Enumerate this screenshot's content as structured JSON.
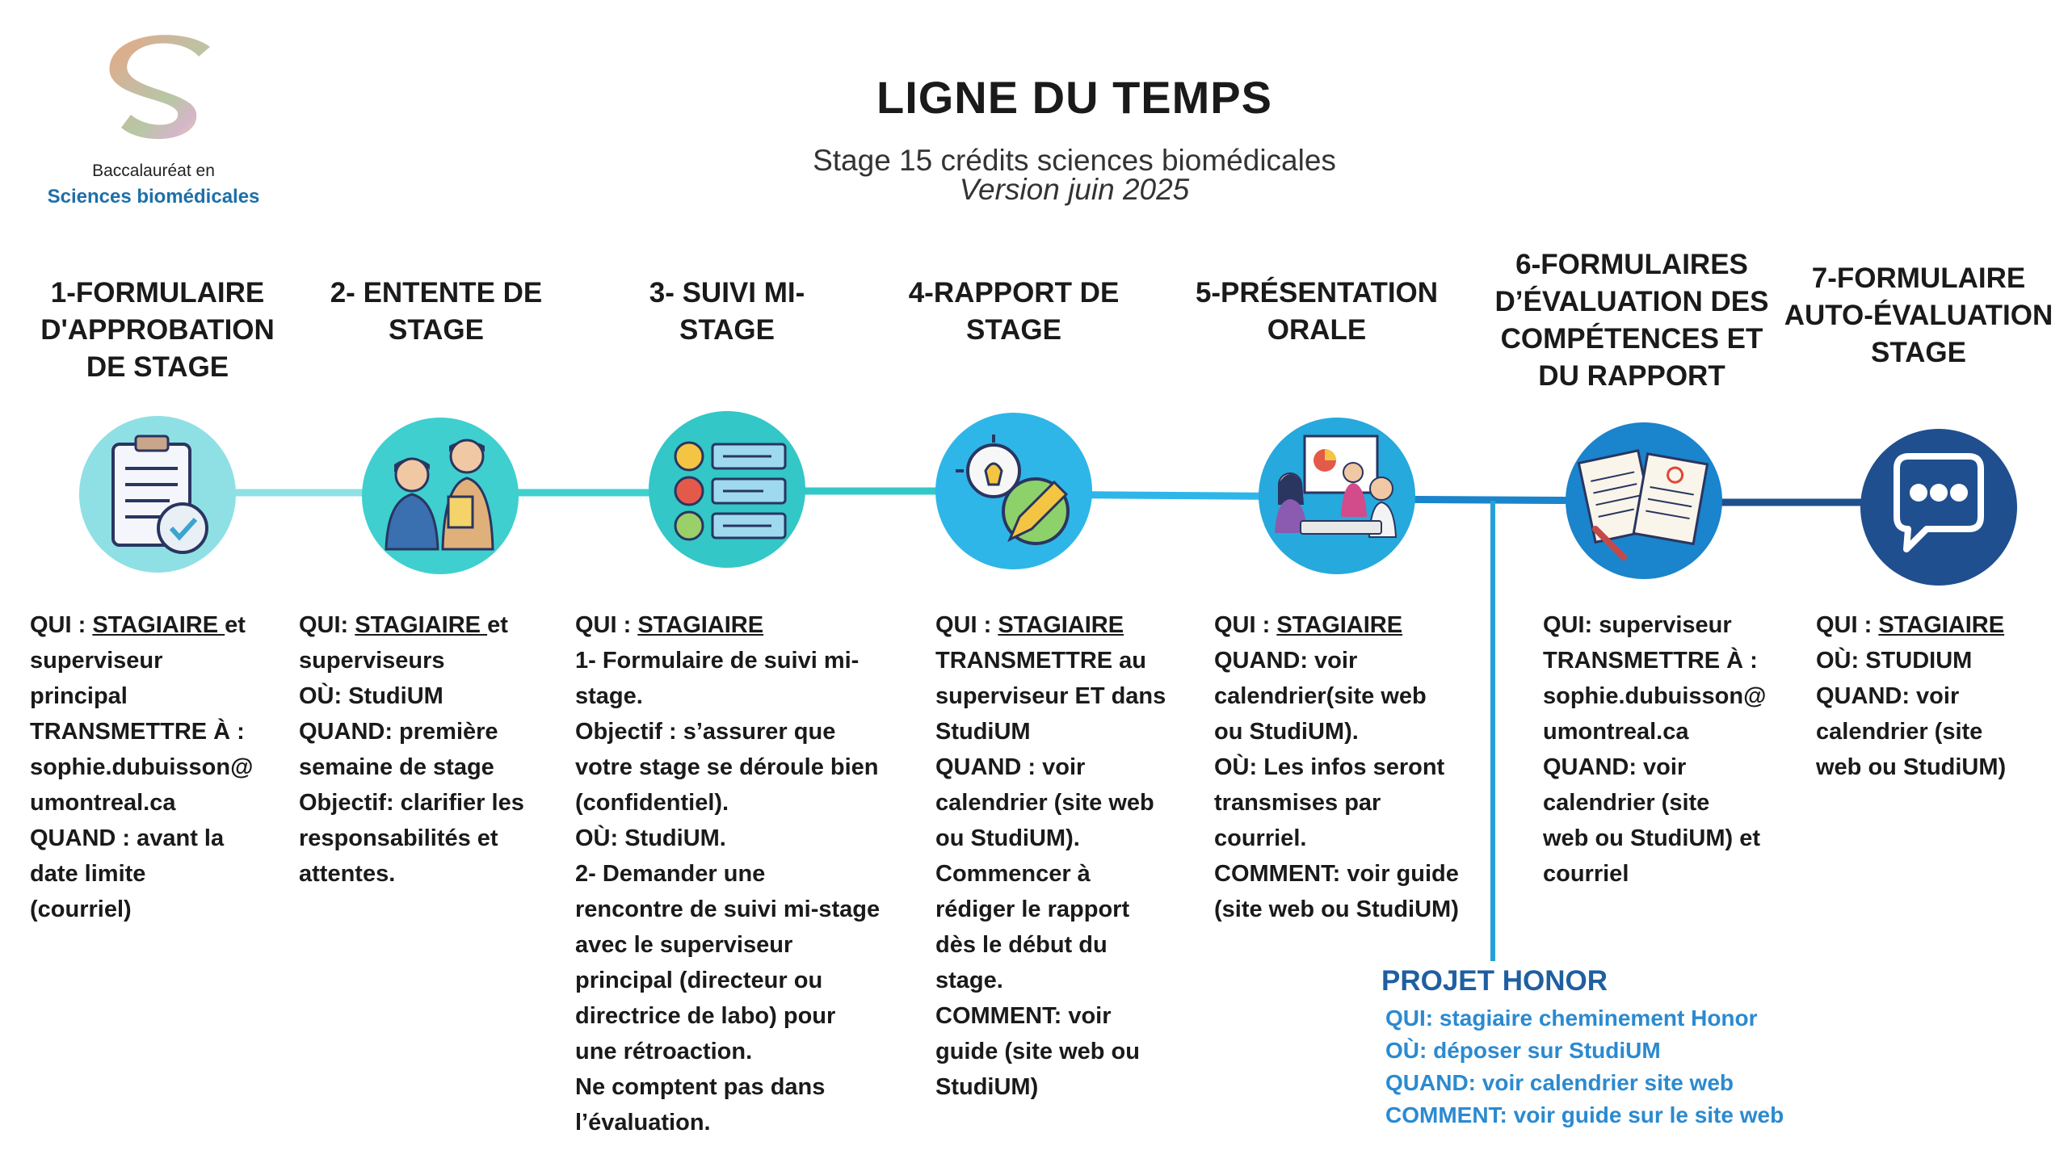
{
  "logo": {
    "line1": "Baccalauréat en",
    "line2": "Sciences biomédicales"
  },
  "header": {
    "title": "LIGNE DU TEMPS",
    "subtitle": "Stage 15 crédits sciences biomédicales",
    "version": "Version juin 2025"
  },
  "colors": {
    "step1": "#8fe0e4",
    "step2": "#3fcfcf",
    "step3": "#33c7c7",
    "step4": "#2fb6e8",
    "step5": "#26a9dd",
    "step6": "#1a84cc",
    "step7": "#1f4f8f",
    "honor_title": "#1f5fa0",
    "honor_text": "#2b8ad0"
  },
  "steps": [
    {
      "title": "1-FORMULAIRE\nD'APPROBATION\nDE STAGE",
      "icon": "clipboard-check-icon"
    },
    {
      "title": "2- ENTENTE DE\nSTAGE",
      "icon": "meeting-people-icon"
    },
    {
      "title": "3- SUIVI MI-\nSTAGE",
      "icon": "feedback-smileys-icon"
    },
    {
      "title": "4-RAPPORT DE\nSTAGE",
      "icon": "lightbulb-pencil-icon"
    },
    {
      "title": "5-PRÉSENTATION\nORALE",
      "icon": "presentation-icon"
    },
    {
      "title": "6-FORMULAIRES\nD’ÉVALUATION DES\nCOMPÉTENCES ET\nDU RAPPORT",
      "icon": "graded-papers-icon"
    },
    {
      "title": "7-FORMULAIRE\nAUTO-ÉVALUATION\nSTAGE",
      "icon": "speech-bubble-icon"
    }
  ],
  "details": {
    "step1": {
      "qui_label": "QUI : ",
      "qui_value": "STAGIAIRE ",
      "qui_rest": "et",
      "lines": [
        "superviseur",
        "principal",
        "TRANSMETTRE À :",
        "sophie.dubuisson@",
        "umontreal.ca",
        "QUAND : avant la",
        "date limite",
        "(courriel)"
      ]
    },
    "step2": {
      "qui_label": "QUI: ",
      "qui_value": "STAGIAIRE ",
      "qui_rest": "et",
      "lines": [
        "superviseurs",
        "OÙ: StudiUM",
        "QUAND: première",
        "semaine de stage",
        "Objectif: clarifier les",
        "responsabilités et",
        "attentes."
      ]
    },
    "step3": {
      "qui_label": "QUI : ",
      "qui_value": "STAGIAIRE",
      "lines": [
        "1- Formulaire de suivi mi-",
        "stage.",
        "Objectif : s’assurer que",
        "votre stage se déroule bien",
        "(confidentiel).",
        "OÙ: StudiUM.",
        "2- Demander une",
        "rencontre de suivi mi-stage",
        "avec le superviseur",
        "principal (directeur ou",
        "directrice de labo) pour",
        "une rétroaction.",
        "Ne comptent pas dans",
        "l’évaluation."
      ]
    },
    "step4": {
      "qui_label": "QUI : ",
      "qui_value": "STAGIAIRE",
      "lines": [
        "TRANSMETTRE au",
        "superviseur ET dans",
        "StudiUM",
        "QUAND : voir",
        "calendrier  (site web",
        "ou StudiUM).",
        "Commencer à",
        "rédiger le rapport",
        "dès le début du",
        "stage.",
        "COMMENT: voir",
        "guide (site web ou",
        "StudiUM)"
      ]
    },
    "step5": {
      "qui_label": "QUI : ",
      "qui_value": "STAGIAIRE",
      "lines": [
        "QUAND:  voir",
        "calendrier(site web",
        "ou StudiUM).",
        "OÙ: Les infos seront",
        "transmises par",
        "courriel.",
        "COMMENT: voir guide",
        "(site web ou StudiUM)"
      ]
    },
    "step6": {
      "lines": [
        "QUI: superviseur",
        "TRANSMETTRE À :",
        "sophie.dubuisson@",
        "umontreal.ca",
        "QUAND: voir",
        "calendrier  (site",
        "web ou StudiUM) et",
        "courriel"
      ]
    },
    "step7": {
      "qui_label": "QUI : ",
      "qui_value": "STAGIAIRE",
      "lines": [
        "OÙ: STUDIUM",
        "QUAND:  voir",
        "calendrier  (site",
        "web ou StudiUM)"
      ]
    }
  },
  "honor": {
    "title": "PROJET HONOR",
    "lines": [
      "QUI: stagiaire cheminement Honor",
      "OÙ: déposer sur StudiUM",
      "QUAND: voir calendrier site web",
      "COMMENT: voir guide sur le site web"
    ]
  }
}
